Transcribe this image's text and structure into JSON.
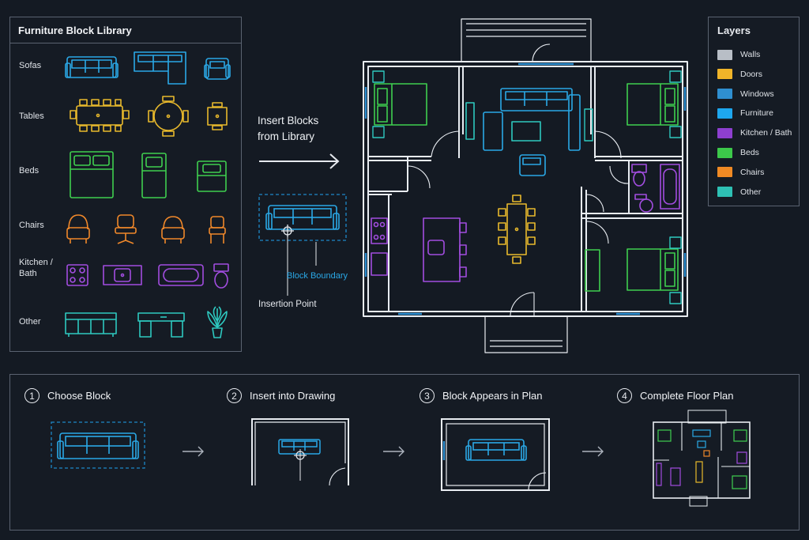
{
  "library": {
    "title": "Furniture Block Library",
    "categories": [
      {
        "label": "Sofas",
        "color": "#2aa8e6"
      },
      {
        "label": "Tables",
        "color": "#e8b92c"
      },
      {
        "label": "Beds",
        "color": "#3fcf4f"
      },
      {
        "label": "Chairs",
        "color": "#f0882a"
      },
      {
        "label": "Kitchen /\nBath",
        "color": "#a24de0"
      },
      {
        "label": "Other",
        "color": "#2ec9c0"
      }
    ]
  },
  "insert": {
    "heading": "Insert Blocks\nfrom Library",
    "block_boundary": "Block Boundary",
    "insertion_point": "Insertion Point"
  },
  "layers": {
    "title": "Layers",
    "items": [
      {
        "label": "Walls",
        "color": "#b8bec6"
      },
      {
        "label": "Doors",
        "color": "#f0b429"
      },
      {
        "label": "Windows",
        "color": "#2f8fd0"
      },
      {
        "label": "Furniture",
        "color": "#1ea7ef"
      },
      {
        "label": "Kitchen / Bath",
        "color": "#8e3fd0"
      },
      {
        "label": "Beds",
        "color": "#3cc84a"
      },
      {
        "label": "Chairs",
        "color": "#f08a24"
      },
      {
        "label": "Other",
        "color": "#2ec0b4"
      }
    ]
  },
  "steps": [
    {
      "num": "1",
      "label": "Choose Block"
    },
    {
      "num": "2",
      "label": "Insert into Drawing"
    },
    {
      "num": "3",
      "label": "Block Appears in Plan"
    },
    {
      "num": "4",
      "label": "Complete Floor Plan"
    }
  ],
  "colors": {
    "wall": "#e8ecf1",
    "sofa": "#2aa8e6",
    "table": "#e8b92c",
    "bed": "#3fcf4f",
    "chair": "#f0882a",
    "kitchen": "#a24de0",
    "other": "#2ec9c0",
    "window": "#2f8fd0",
    "dashed": "#1e88c8"
  }
}
